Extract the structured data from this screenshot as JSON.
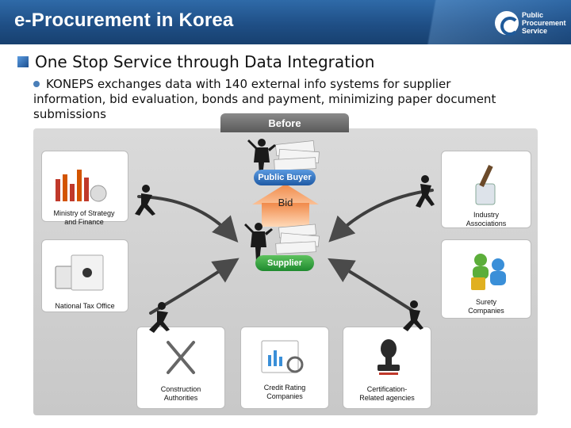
{
  "header": {
    "title": "e-Procurement in Korea",
    "logo_text": [
      "Public",
      "Procurement",
      "Service"
    ]
  },
  "section": {
    "title": "One Stop Service through Data Integration"
  },
  "bullet": {
    "line1": "KONEPS exchanges data with 140 external info systems for supplier",
    "line2": "information, bid evaluation, bonds and payment, minimizing paper document",
    "line3": "submissions"
  },
  "diagram": {
    "tab": "Before",
    "public_buyer": "Public Buyer",
    "bid": "Bid",
    "supplier": "Supplier",
    "ministry": [
      "Ministry of Strategy",
      "and Finance"
    ],
    "industry": [
      "Industry",
      "Associations"
    ],
    "tax": "National Tax Office",
    "surety": [
      "Surety",
      "Companies"
    ],
    "construction": [
      "Construction",
      "Authorities"
    ],
    "credit": [
      "Credit Rating",
      "Companies"
    ],
    "cert": [
      "Certification-",
      "Related agencies"
    ]
  },
  "colors": {
    "header": "#1f4f86",
    "accent": "#2d6ab0",
    "pill_blue": "#2a67b0",
    "pill_green": "#2a9a3a",
    "bid_arrow": "#f4a06a"
  }
}
